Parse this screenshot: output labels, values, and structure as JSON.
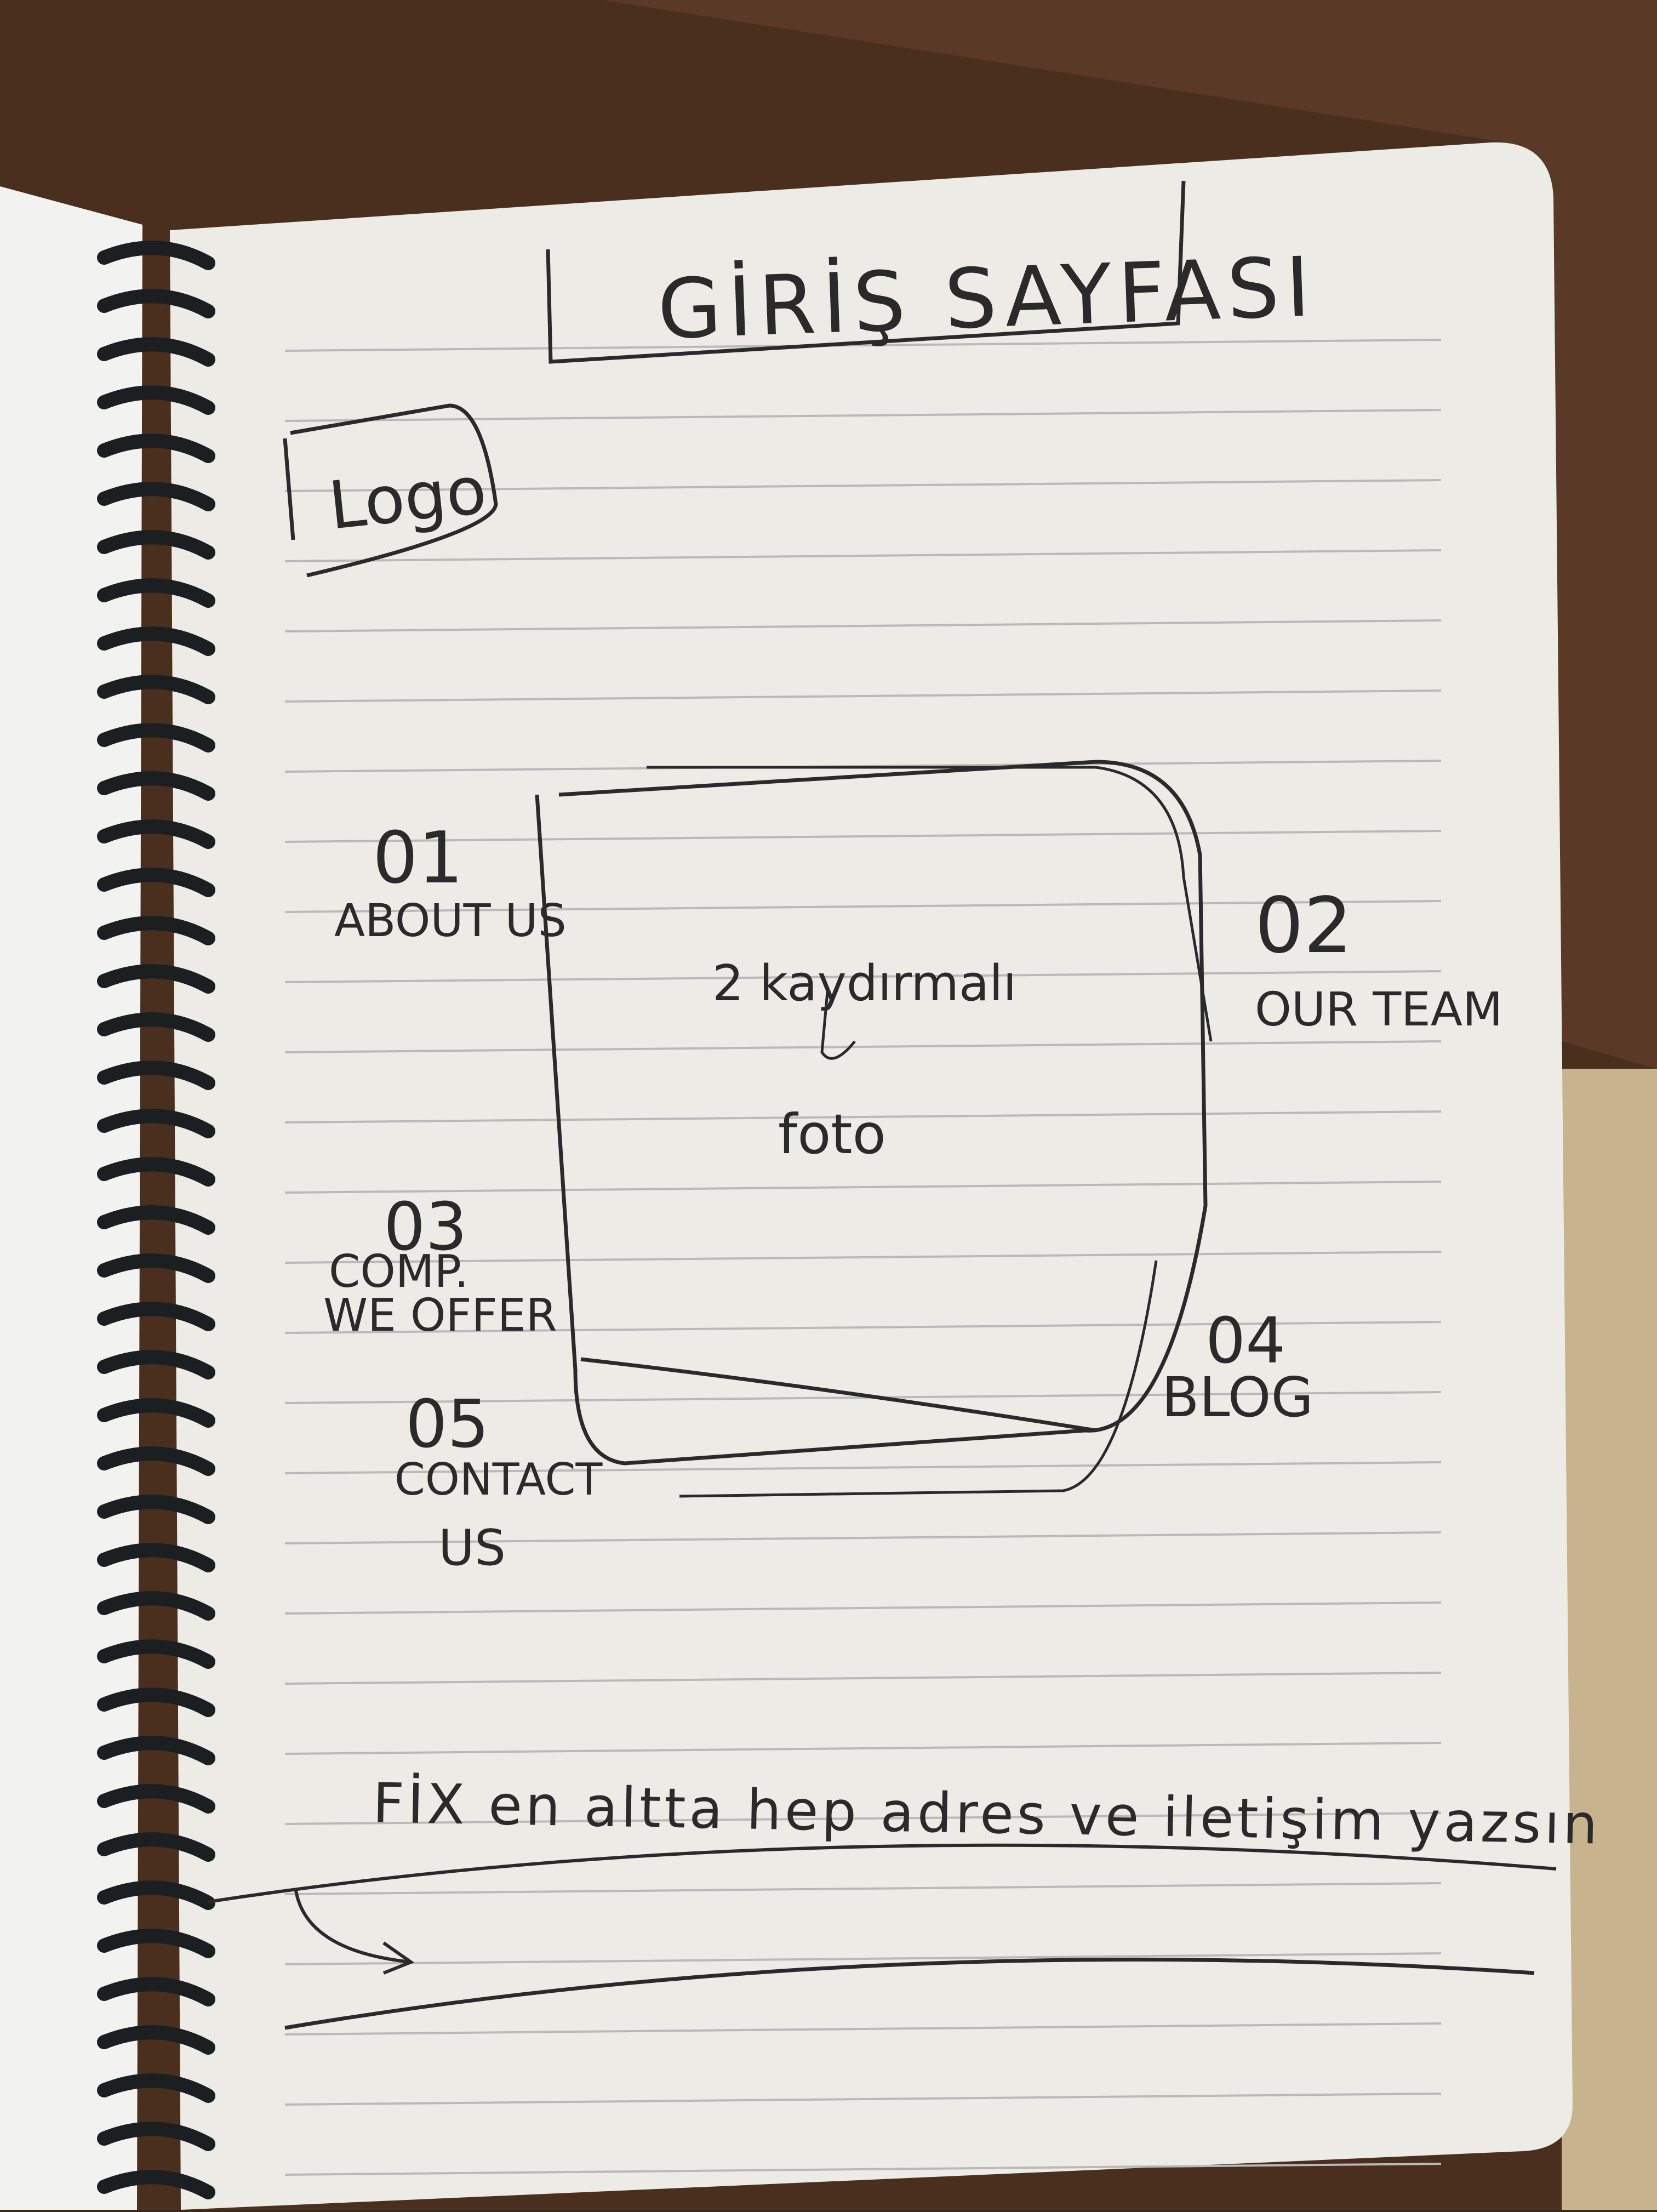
{
  "sketch": {
    "title": "GİRİŞ SAYFASI",
    "logo": "Logo",
    "nav_items": [
      {
        "number": "01",
        "label": "ABOUT US"
      },
      {
        "number": "02",
        "label": "OUR TEAM"
      },
      {
        "number": "03",
        "label_line1": "COMP.",
        "label_line2": "WE OFFER"
      },
      {
        "number": "04",
        "label": "BLOG"
      },
      {
        "number": "05",
        "label_line1": "CONTACT",
        "label_line2": "US"
      }
    ],
    "center_note": "2 kaydırmalı",
    "center_label": "foto",
    "footer_note": "FİX en altta hep adres ve iletişim yazsın"
  },
  "colors": {
    "paper": "#ecebe6",
    "ink": "#2a2a2a",
    "ruled_line": "#b9b9b7",
    "desk": "#4a2f1f",
    "spiral": "#1c1f22"
  }
}
